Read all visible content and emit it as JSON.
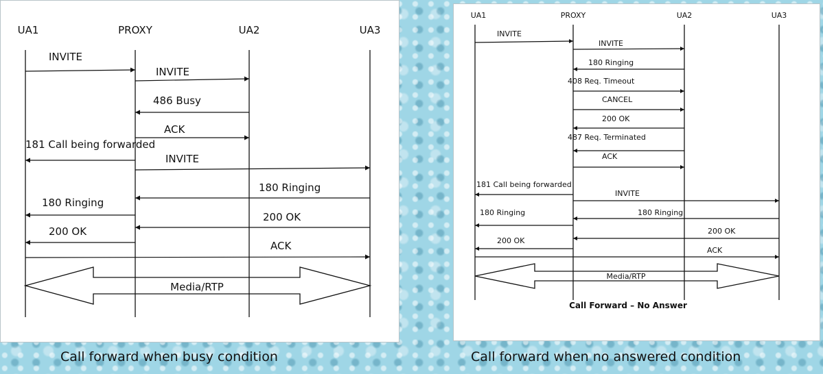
{
  "left_diagram": {
    "entities": [
      "UA1",
      "PROXY",
      "UA2",
      "UA3"
    ],
    "messages": [
      {
        "label": "INVITE",
        "from": "UA1",
        "to": "PROXY"
      },
      {
        "label": "INVITE",
        "from": "PROXY",
        "to": "UA2"
      },
      {
        "label": "486 Busy",
        "from": "UA2",
        "to": "PROXY"
      },
      {
        "label": "ACK",
        "from": "PROXY",
        "to": "UA2"
      },
      {
        "label": "181 Call being forwarded",
        "from": "PROXY",
        "to": "UA1"
      },
      {
        "label": "INVITE",
        "from": "PROXY",
        "to": "UA3"
      },
      {
        "label": "180 Ringing",
        "from": "UA3",
        "to": "PROXY"
      },
      {
        "label": "180 Ringing",
        "from": "PROXY",
        "to": "UA1"
      },
      {
        "label": "200 OK",
        "from": "UA3",
        "to": "PROXY"
      },
      {
        "label": "200 OK",
        "from": "PROXY",
        "to": "UA1"
      },
      {
        "label": "ACK",
        "from": "UA1",
        "to": "UA3"
      }
    ],
    "media_label": "Media/RTP"
  },
  "right_diagram": {
    "entities": [
      "UA1",
      "PROXY",
      "UA2",
      "UA3"
    ],
    "messages": [
      {
        "label": "INVITE",
        "from": "UA1",
        "to": "PROXY"
      },
      {
        "label": "INVITE",
        "from": "PROXY",
        "to": "UA2"
      },
      {
        "label": "180 Ringing",
        "from": "UA2",
        "to": "PROXY"
      },
      {
        "label": "408 Req. Timeout",
        "from": "PROXY",
        "to": "UA2"
      },
      {
        "label": "CANCEL",
        "from": "PROXY",
        "to": "UA2"
      },
      {
        "label": "200 OK",
        "from": "UA2",
        "to": "PROXY"
      },
      {
        "label": "487 Req. Terminated",
        "from": "UA2",
        "to": "PROXY"
      },
      {
        "label": "ACK",
        "from": "PROXY",
        "to": "UA2"
      },
      {
        "label": "181 Call being forwarded",
        "from": "PROXY",
        "to": "UA1"
      },
      {
        "label": "INVITE",
        "from": "PROXY",
        "to": "UA3"
      },
      {
        "label": "180 Ringing",
        "from": "PROXY",
        "to": "UA1"
      },
      {
        "label": "180 Ringing",
        "from": "UA3",
        "to": "PROXY"
      },
      {
        "label": "200 OK",
        "from": "UA3",
        "to": "PROXY"
      },
      {
        "label": "200 OK",
        "from": "PROXY",
        "to": "UA1"
      },
      {
        "label": "ACK",
        "from": "UA1",
        "to": "UA3"
      }
    ],
    "media_label": "Media/RTP",
    "footer": "Call Forward – No Answer"
  },
  "captions": {
    "left": "Call forward when busy condition",
    "right": "Call forward when no answered condition"
  }
}
